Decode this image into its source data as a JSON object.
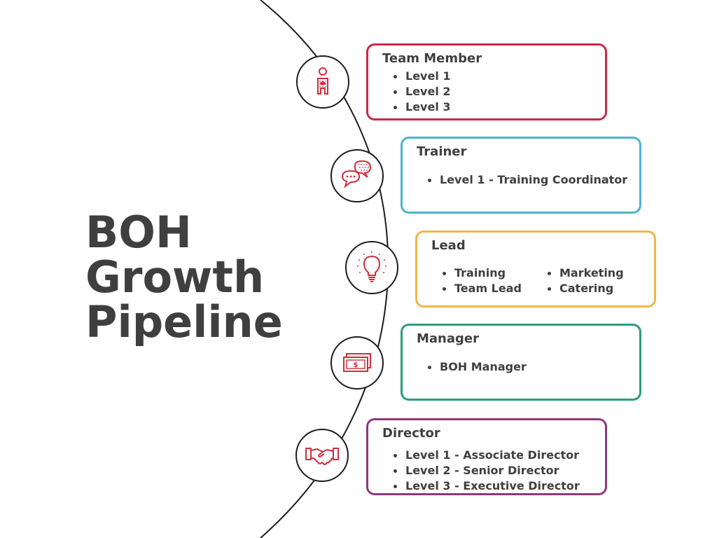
{
  "title": {
    "lines": [
      "BOH",
      "Growth",
      "Pipeline"
    ]
  },
  "colors": {
    "arc": "#1c1c1c",
    "icon": "#d12d3c",
    "team_member": "#c9284a",
    "trainer": "#4bb6c8",
    "lead": "#f0b548",
    "manager": "#2a9e7a",
    "director": "#8a3a7c",
    "text": "#3f3f3f"
  },
  "stages": [
    {
      "id": "team-member",
      "title": "Team Member",
      "icon": "person-icon",
      "items": [
        "Level 1",
        "Level 2",
        "Level 3"
      ]
    },
    {
      "id": "trainer",
      "title": "Trainer",
      "icon": "speech-bubbles-icon",
      "items": [
        "Level 1 - Training Coordinator"
      ]
    },
    {
      "id": "lead",
      "title": "Lead",
      "icon": "lightbulb-icon",
      "columns": [
        [
          "Training",
          "Team Lead"
        ],
        [
          "Marketing",
          "Catering"
        ]
      ]
    },
    {
      "id": "manager",
      "title": "Manager",
      "icon": "money-icon",
      "items": [
        "BOH Manager"
      ]
    },
    {
      "id": "director",
      "title": "Director",
      "icon": "handshake-icon",
      "items": [
        "Level 1 - Associate Director",
        "Level 2 - Senior Director",
        "Level 3 - Executive Director"
      ]
    }
  ]
}
